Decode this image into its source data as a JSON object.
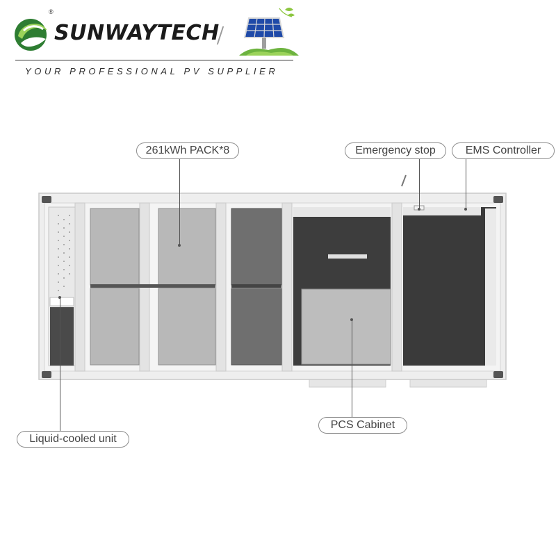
{
  "header": {
    "brand": "SUNWAYTECH",
    "registered_mark": "®",
    "tagline": "YOUR PROFESSIONAL PV SUPPLIER",
    "logo_icon": "sunwaytech-swoosh-icon",
    "solar_icon": "solar-panel-icon",
    "colors": {
      "brand_green": "#7cc242",
      "brand_dark_green": "#2e7d32",
      "text_dark": "#1b1b1b"
    }
  },
  "labels": {
    "pack": "261kWh PACK*8",
    "emergency_stop": "Emergency stop",
    "ems_controller": "EMS Controller",
    "liquid_cooled_unit": "Liquid-cooled unit",
    "pcs_cabinet": "PCS Cabinet"
  },
  "diagram": {
    "colors": {
      "frame": "#eeeeee",
      "frame_edge": "#c9c9c9",
      "pack_panel": "#b8b8b8",
      "dark_interior": "#3d3d3d",
      "pcs_box": "#bdbdbd"
    }
  }
}
